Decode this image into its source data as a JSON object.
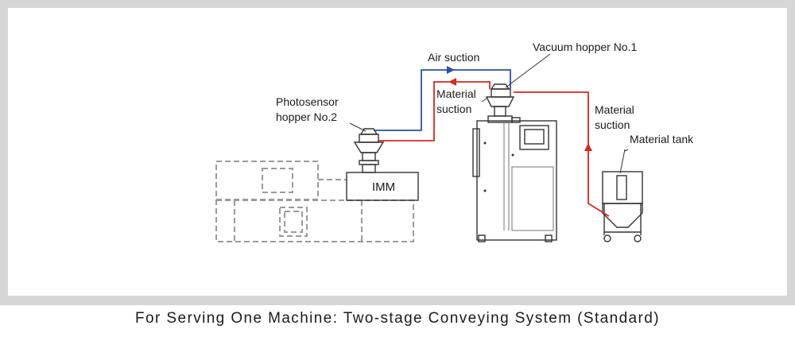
{
  "caption": "For Serving One Machine: Two-stage Conveying System (Standard)",
  "labels": {
    "air_suction": "Air suction",
    "vacuum_hopper": "Vacuum hopper  No.1",
    "photosensor_line1": "Photosensor",
    "photosensor_line2": "hopper No.2",
    "material_suction_center_line1": "Material",
    "material_suction_center_line2": "suction",
    "material_suction_right_line1": "Material",
    "material_suction_right_line2": "suction",
    "material_tank": "Material tank",
    "imm": "IMM"
  },
  "colors": {
    "air_line": "#2b4fa8",
    "material_line": "#d9281e",
    "frame": "#d6d6d6"
  }
}
